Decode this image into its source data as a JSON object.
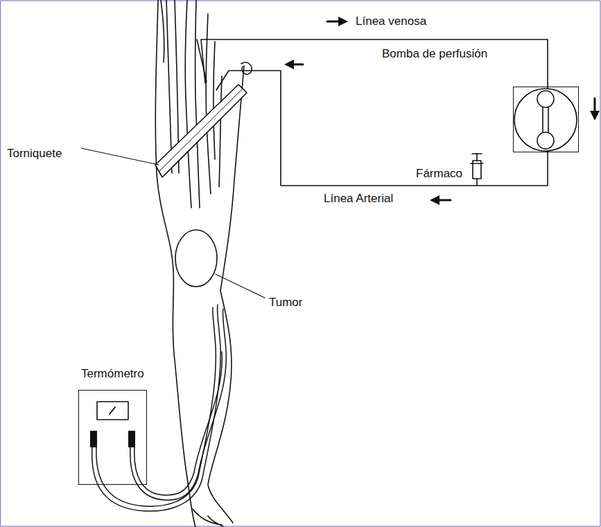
{
  "diagram": {
    "nodes": [
      {
        "text": [
          "Bomba de perfusión"
        ]
      },
      {
        "text": [
          "Termómetro"
        ]
      }
    ],
    "labels": [
      "Línea venosa",
      "Torniquete",
      "Fármaco",
      "Línea Arterial",
      "Tumor"
    ]
  }
}
